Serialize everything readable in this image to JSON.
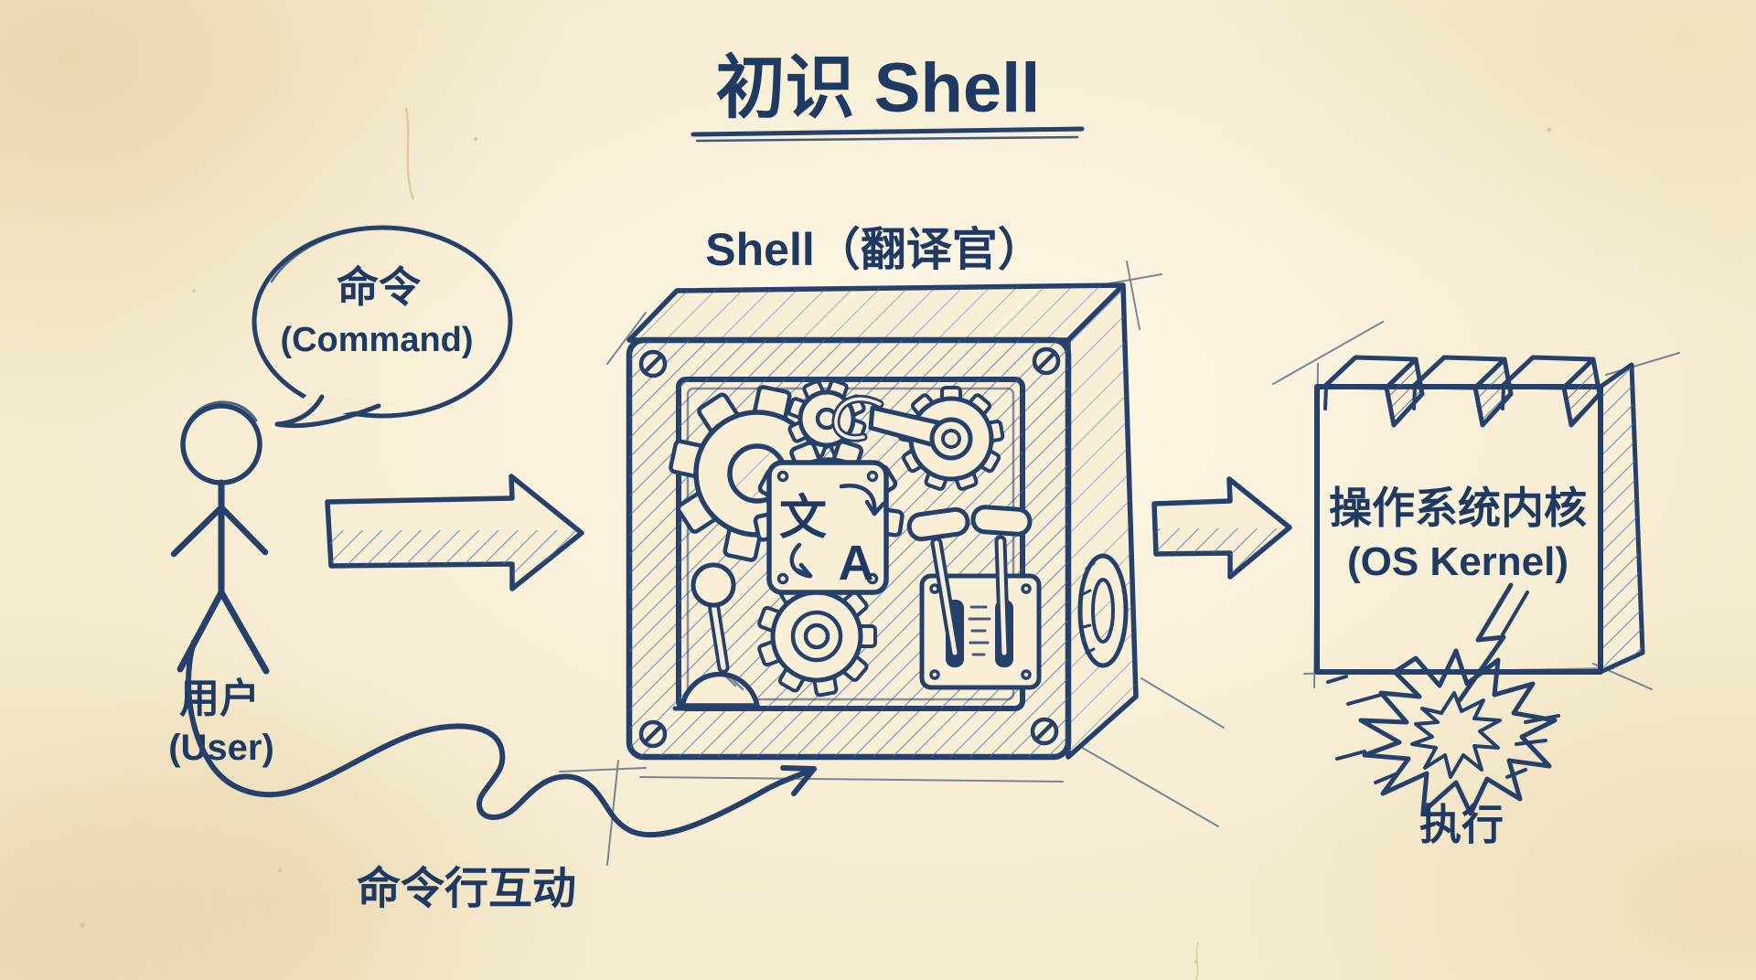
{
  "title": {
    "text": "初识 Shell"
  },
  "speech_bubble": {
    "line1": "命令",
    "line2": "(Command)"
  },
  "user": {
    "name_zh": "用户",
    "name_en": "(User)"
  },
  "shell_machine": {
    "label": "Shell（翻译官）"
  },
  "translate_icon": {
    "left_glyph": "文",
    "right_glyph": "A"
  },
  "kernel": {
    "name_zh": "操作系统内核",
    "name_en": "(OS Kernel)"
  },
  "execution": {
    "label": "执行"
  },
  "interaction": {
    "label": "命令行互动"
  },
  "colors": {
    "ink": "#24406b",
    "paper": "#f8efd6",
    "hatch": "#4a69a0",
    "paper_edge": "#eadbae"
  }
}
